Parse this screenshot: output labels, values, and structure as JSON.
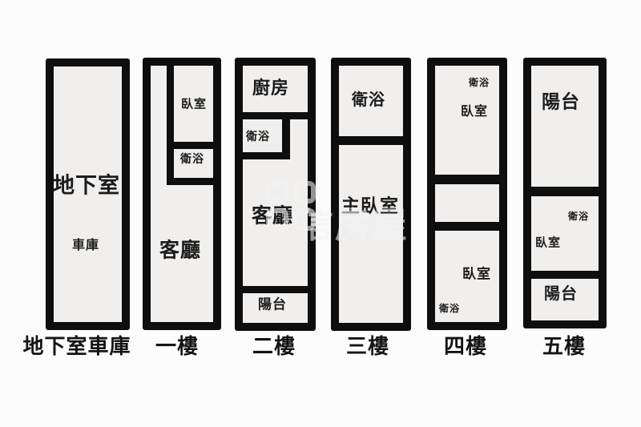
{
  "colors": {
    "wall": "#0e0e0e",
    "room_fill": "#f0efee",
    "canvas": "#fcfcfc",
    "label_text": "#1c1c1c"
  },
  "watermark": {
    "text": "信房屋"
  },
  "floors": [
    {
      "label": "地下室車庫",
      "rooms": [
        {
          "name": "地下室"
        },
        {
          "name": "車庫"
        }
      ]
    },
    {
      "label": "一樓",
      "rooms": [
        {
          "name": "臥室"
        },
        {
          "name": "衛浴"
        },
        {
          "name": "客廳"
        }
      ]
    },
    {
      "label": "二樓",
      "rooms": [
        {
          "name": "廚房"
        },
        {
          "name": "衛浴"
        },
        {
          "name": "客廳"
        },
        {
          "name": "陽台"
        }
      ]
    },
    {
      "label": "三樓",
      "rooms": [
        {
          "name": "衛浴"
        },
        {
          "name": "主臥室"
        }
      ]
    },
    {
      "label": "四樓",
      "rooms": [
        {
          "name": "衛浴"
        },
        {
          "name": "臥室"
        },
        {
          "name": "臥室"
        },
        {
          "name": "衛浴"
        }
      ]
    },
    {
      "label": "五樓",
      "rooms": [
        {
          "name": "陽台"
        },
        {
          "name": "衛浴"
        },
        {
          "name": "臥室"
        },
        {
          "name": "陽台"
        }
      ]
    }
  ]
}
